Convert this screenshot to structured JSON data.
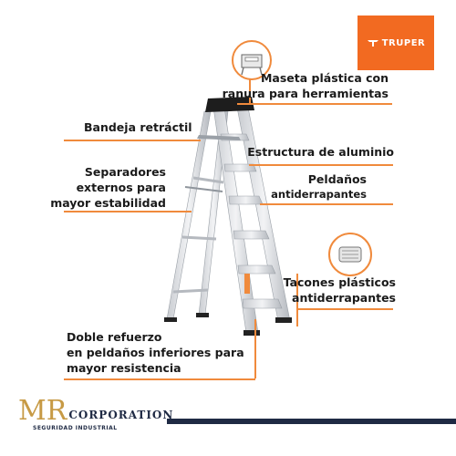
{
  "brand": {
    "name": "TRUPER",
    "color": "#f26a21"
  },
  "callouts": {
    "maseta": {
      "line1": "Maseta plástica con",
      "line2": "ranura para herramientas"
    },
    "bandeja": {
      "text": "Bandeja retráctil"
    },
    "estructura": {
      "text": "Estructura de aluminio"
    },
    "separadores": {
      "line1": "Separadores",
      "line2": "externos para",
      "line3": "mayor estabilidad"
    },
    "peldanos": {
      "line1": "Peldaños",
      "line2": "antiderrapantes"
    },
    "tacones": {
      "line1": "Tacones plásticos",
      "line2": "antiderrapantes"
    },
    "refuerzo": {
      "line1": "Doble refuerzo",
      "line2": "en peldaños inferiores para",
      "line3": "mayor resistencia"
    }
  },
  "footer": {
    "logo_initials": "MR",
    "logo_corp": "CORPORATION",
    "logo_sub": "SEGURIDAD INDUSTRIAL",
    "accent_color": "#1f2a44"
  },
  "icons": [
    "truper-logo-icon",
    "ladder-image",
    "tray-detail-icon",
    "foot-detail-icon"
  ]
}
